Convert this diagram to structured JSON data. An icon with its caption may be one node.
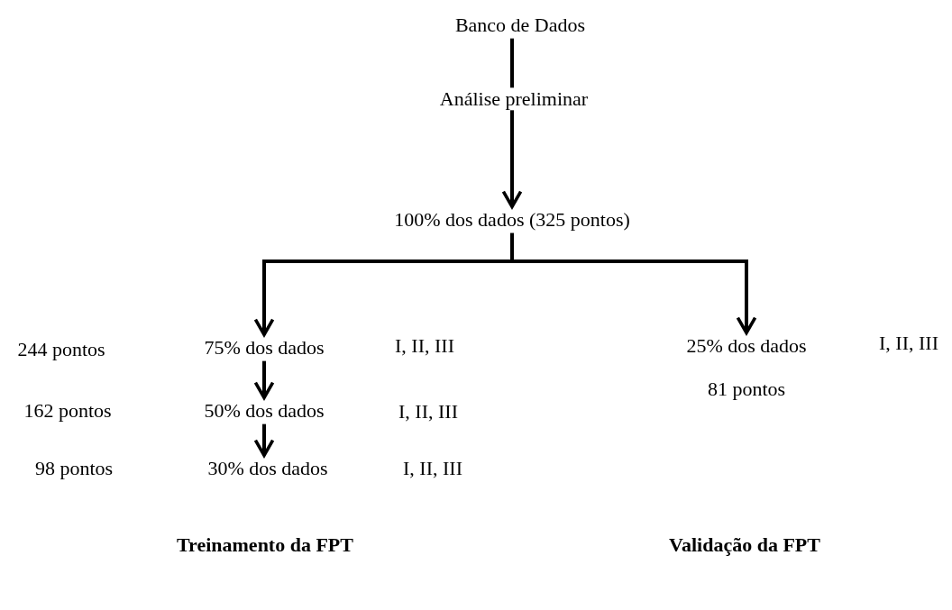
{
  "diagram": {
    "nodes": [
      {
        "text": [
          "Banco de Dados"
        ]
      },
      {
        "text": [
          "100% dos dados (325 pontos)"
        ]
      },
      {
        "text": [
          "75% dos dados"
        ]
      },
      {
        "text": [
          "25% dos dados"
        ]
      },
      {
        "text": [
          "50% dos dados"
        ]
      },
      {
        "text": [
          "30% dos dados"
        ]
      }
    ],
    "edges": [
      {
        "from": 0,
        "to": 1,
        "arrow": "to",
        "label": "Análise preliminar"
      },
      {
        "from": 1,
        "to": 2,
        "arrow": "to"
      },
      {
        "from": 1,
        "to": 3,
        "arrow": "to"
      },
      {
        "from": 2,
        "to": 4,
        "arrow": "to"
      },
      {
        "from": 4,
        "to": 5,
        "arrow": "to"
      }
    ],
    "labels": [
      "244 pontos",
      "I, II, III",
      "I, II, III",
      "81 pontos",
      "162 pontos",
      "I, II, III",
      "98 pontos",
      "I, II, III",
      "Treinamento da FPT",
      "Validação da FPT"
    ]
  }
}
